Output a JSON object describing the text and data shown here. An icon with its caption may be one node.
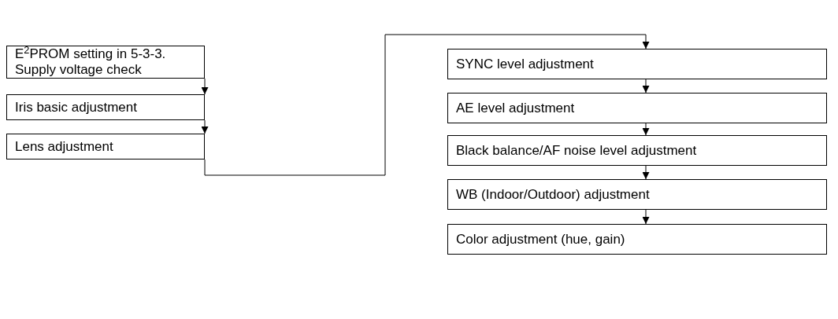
{
  "diagram": {
    "nodes": [
      {
        "text": [
          "E$^{2}$PROM setting in 5-3-3.",
          "Supply voltage check"
        ]
      },
      {
        "text": [
          "Iris basic adjustment"
        ]
      },
      {
        "text": [
          "Lens adjustment"
        ]
      },
      {
        "text": [
          "SYNC level adjustment"
        ]
      },
      {
        "text": [
          "AE level adjustment"
        ]
      },
      {
        "text": [
          "Black balance/AF noise level adjustment"
        ]
      },
      {
        "text": [
          "WB (Indoor/Outdoor) adjustment"
        ]
      },
      {
        "text": [
          "Color adjustment (hue, gain)"
        ]
      }
    ],
    "edges": [
      {
        "from": 0,
        "to": 1,
        "arrow": "to"
      },
      {
        "from": 1,
        "to": 2,
        "arrow": "to"
      },
      {
        "from": 2,
        "to": 3,
        "arrow": "to"
      },
      {
        "from": 3,
        "to": 4,
        "arrow": "to"
      },
      {
        "from": 4,
        "to": 5,
        "arrow": "to"
      },
      {
        "from": 5,
        "to": 6,
        "arrow": "to"
      },
      {
        "from": 6,
        "to": 7,
        "arrow": "to"
      }
    ]
  }
}
